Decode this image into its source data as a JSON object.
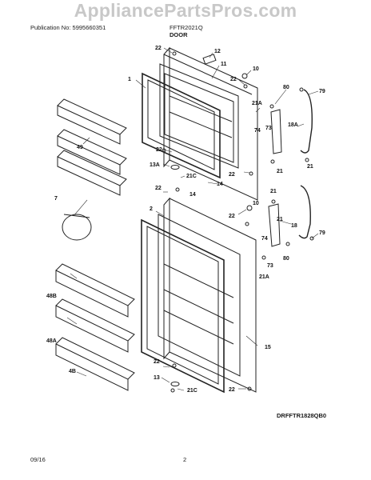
{
  "watermark": "AppliancePartsPros.com",
  "header": {
    "publication": "Publication No: 5995660351",
    "model": "FFTR2021Q",
    "section": "DOOR"
  },
  "diagram_id": "DRFFTR1828QB0",
  "footer": {
    "date": "09/16",
    "page": "2"
  },
  "callouts": [
    "22",
    "12",
    "11",
    "10",
    "1",
    "22",
    "80",
    "79",
    "21A",
    "74",
    "73",
    "18A",
    "49",
    "22",
    "21",
    "13A",
    "21C",
    "21",
    "22",
    "22",
    "14",
    "14",
    "21",
    "7",
    "2",
    "22",
    "10",
    "18",
    "21",
    "74",
    "79",
    "73",
    "80",
    "21A",
    "48B",
    "48A",
    "15",
    "22",
    "13",
    "21C",
    "4B",
    "22"
  ]
}
